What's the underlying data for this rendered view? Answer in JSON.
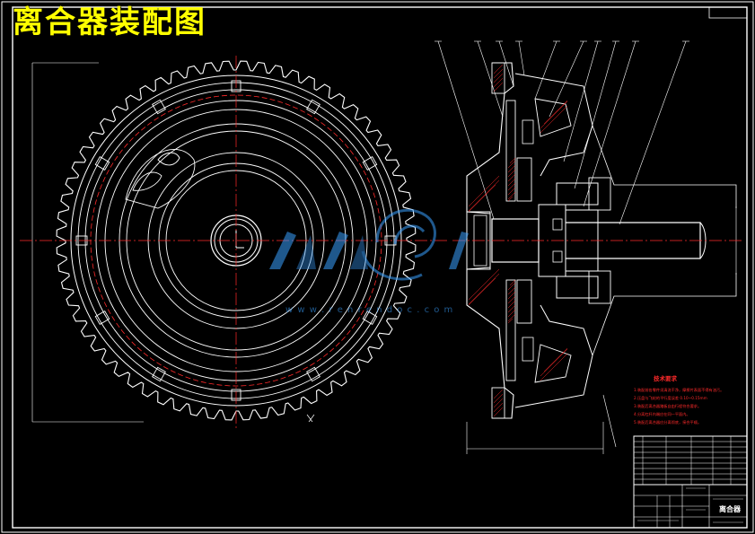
{
  "title": "离合器装配图",
  "watermark": {
    "site_text": "w w w . r e n r e n d o c . c o m"
  },
  "notes_panel": {
    "heading": "技术要求",
    "lines": [
      "1.装配前各零件须清洗干净，摩擦片表面不得有油污。",
      "2.压盘与飞轮的平行度误差 0.10~0.15mm",
      "3.装配后离合器踏板自由行程符合要求。",
      "4.分离杠杆内端应在同一平面内。",
      "5.装配后离合器应分离彻底，接合平顺。"
    ]
  },
  "title_block": {
    "part_name": "离合器"
  },
  "colors": {
    "background": "#000000",
    "title": "#ffff00",
    "lines": "#ffffff",
    "centerline": "#ff0000",
    "notes": "#ff2a2a",
    "watermark": "#3aa0ff"
  },
  "icons": {
    "watermark_logo": "swirl-logo-icon"
  }
}
